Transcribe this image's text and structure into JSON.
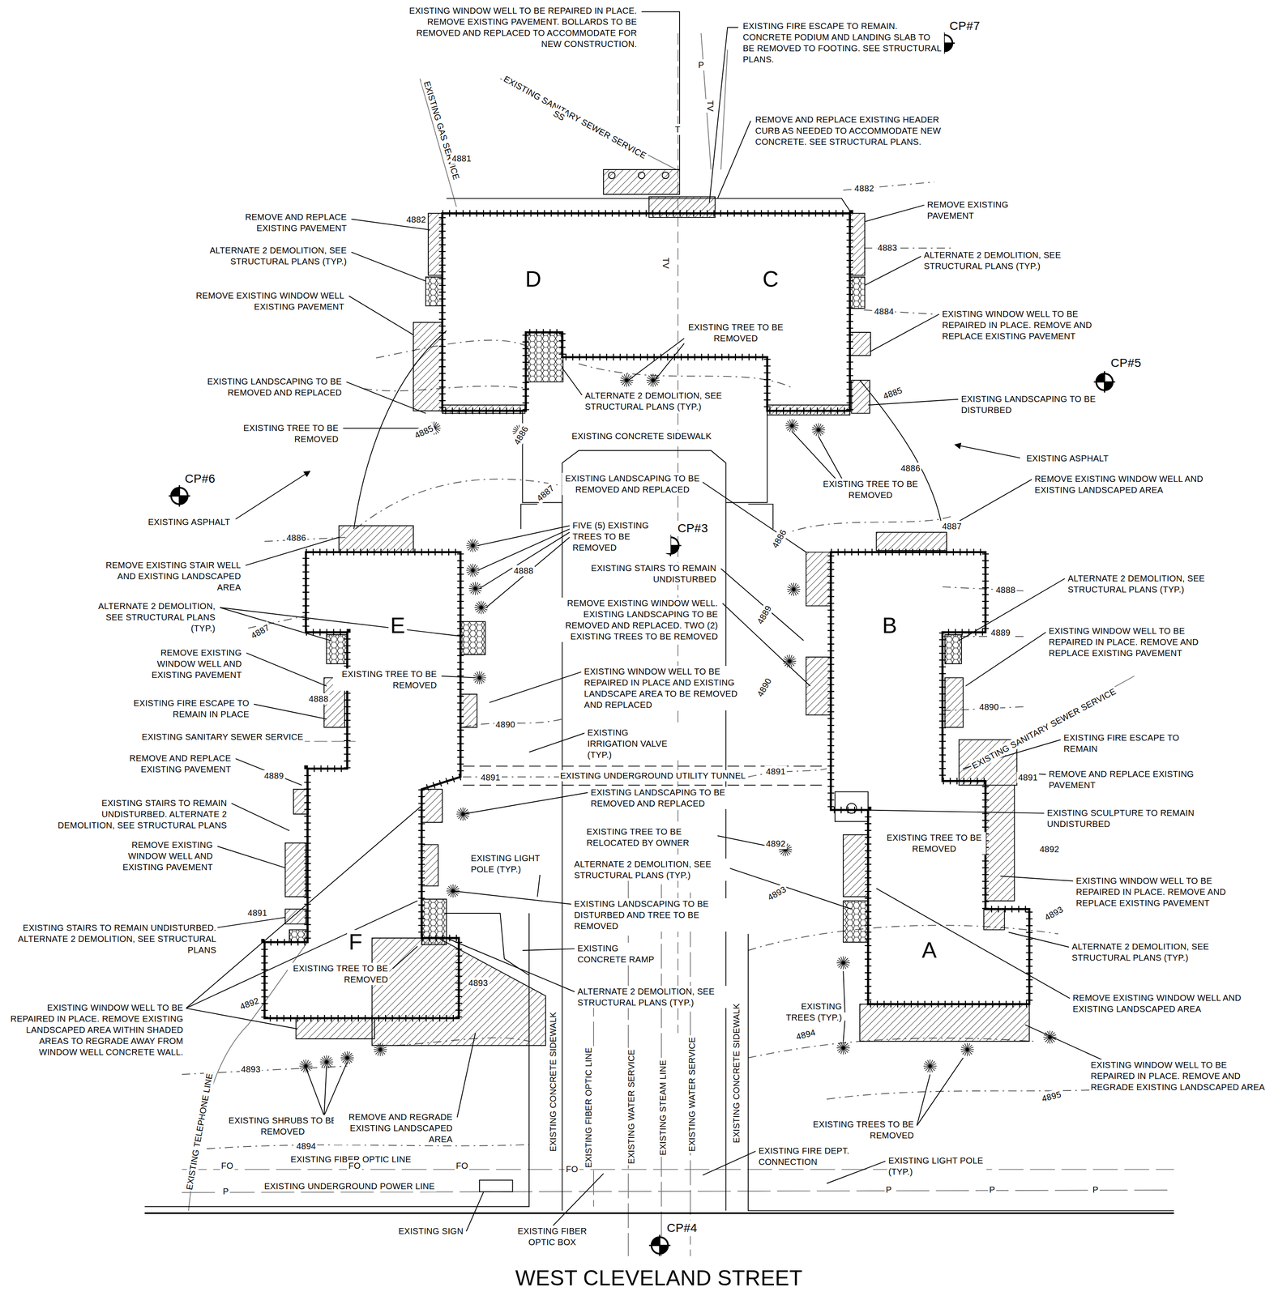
{
  "diagram": {
    "nodes": [
      {
        "text": [
          "D"
        ]
      },
      {
        "text": [
          "C"
        ]
      },
      {
        "text": [
          "E"
        ]
      },
      {
        "text": [
          "B"
        ]
      },
      {
        "text": [
          "F"
        ]
      },
      {
        "text": [
          "A"
        ]
      }
    ],
    "labels": [
      "EXISTING WINDOW WELL TO BE REPAIRED IN PLACE. REMOVE EXISTING PAVEMENT. BOLLARDS TO BE REMOVED AND REPLACED TO ACCOMMODATE FOR NEW CONSTRUCTION.",
      "EXISTING FIRE ESCAPE TO REMAIN. CONCRETE PODIUM AND LANDING SLAB TO BE REMOVED TO FOOTING. SEE STRUCTURAL PLANS.",
      "CP#7",
      "EXISTING SANITARY SEWER SERVICE",
      "SS",
      "EXISTING GAS SERVICE",
      "REMOVE AND REPLACE EXISTING HEADER CURB AS NEEDED TO ACCOMMODATE NEW CONCRETE. SEE STRUCTURAL PLANS.",
      "4881",
      "REMOVE AND REPLACE EXISTING PAVEMENT",
      "4882",
      "ALTERNATE 2 DEMOLITION, SEE STRUCTURAL PLANS (TYP.)",
      "REMOVE EXISTING WINDOW WELL EXISTING PAVEMENT",
      "EXISTING LANDSCAPING TO BE REMOVED AND REPLACED",
      "EXISTING TREE TO BE REMOVED",
      "4885",
      "4886",
      "CP#6",
      "EXISTING ASPHALT",
      "4882",
      "REMOVE EXISTING PAVEMENT",
      "4883",
      "ALTERNATE 2 DEMOLITION, SEE STRUCTURAL PLANS (TYP.)",
      "4884",
      "EXISTING WINDOW WELL TO BE REPAIRED IN PLACE. REMOVE AND REPLACE EXISTING PAVEMENT",
      "CP#5",
      "4885",
      "EXISTING LANDSCAPING TO BE DISTURBED",
      "EXISTING ASPHALT",
      "4886",
      "REMOVE EXISTING WINDOW WELL AND EXISTING LANDSCAPED AREA",
      "4887",
      "EXISTING TREE TO BE REMOVED",
      "EXISTING TREE TO BE REMOVED",
      "ALTERNATE 2 DEMOLITION, SEE STRUCTURAL PLANS (TYP.)",
      "EXISTING CONCRETE SIDEWALK",
      "EXISTING LANDSCAPING TO BE REMOVED AND REPLACED",
      "4887",
      "FIVE (5) EXISTING TREES TO BE REMOVED",
      "CP#3",
      "4886",
      "4888",
      "EXISTING STAIRS TO REMAIN UNDISTURBED",
      "REMOVE EXISTING WINDOW WELL. EXISTING LANDSCAPING TO BE REMOVED AND REPLACED. TWO (2) EXISTING TREES TO BE REMOVED",
      "4889",
      "EXISTING WINDOW WELL TO BE REPAIRED IN PLACE AND EXISTING LANDSCAPE AREA TO BE REMOVED AND REPLACED",
      "4890",
      "4890",
      "EXISTING IRRIGATION VALVE (TYP.)",
      "4891",
      "EXISTING UNDERGROUND UTILITY TUNNEL",
      "4891",
      "EXISTING LANDSCAPING TO BE REMOVED AND REPLACED",
      "EXISTING TREE TO BE RELOCATED BY OWNER",
      "EXISTING LIGHT POLE (TYP.)",
      "ALTERNATE 2 DEMOLITION, SEE STRUCTURAL PLANS (TYP.)",
      "EXISTING LANDSCAPING TO BE DISTURBED AND TREE TO BE REMOVED",
      "EXISTING CONCRETE RAMP",
      "ALTERNATE 2 DEMOLITION, SEE STRUCTURAL PLANS (TYP.)",
      "EXISTING CONCRETE SIDEWALK",
      "EXISTING FIBER OPTIC LINE",
      "EXISTING WATER SERVICE",
      "EXISTING STEAM LINE",
      "EXISTING WATER SERVICE",
      "EXISTING CONCRETE SIDEWALK",
      "4886",
      "REMOVE EXISTING STAIR WELL AND EXISTING LANDSCAPED AREA",
      "ALTERNATE 2 DEMOLITION, SEE STRUCTURAL PLANS (TYP.)",
      "4887",
      "REMOVE EXISTING WINDOW WELL AND EXISTING PAVEMENT",
      "EXISTING TREE TO BE REMOVED",
      "4888",
      "EXISTING FIRE ESCAPE TO REMAIN IN PLACE",
      "EXISTING SANITARY SEWER SERVICE",
      "REMOVE AND REPLACE EXISTING PAVEMENT",
      "4889",
      "EXISTING STAIRS TO REMAIN UNDISTURBED. ALTERNATE 2 DEMOLITION, SEE STRUCTURAL PLANS",
      "REMOVE EXISTING WINDOW WELL AND EXISTING PAVEMENT",
      "4891",
      "EXISTING STAIRS TO REMAIN UNDISTURBED. ALTERNATE 2 DEMOLITION, SEE STRUCTURAL PLANS",
      "EXISTING TREE TO BE REMOVED",
      "4893",
      "4892",
      "EXISTING WINDOW WELL TO BE REPAIRED IN PLACE. REMOVE EXISTING LANDSCAPED AREA WITHIN SHADED AREAS TO REGRADE AWAY FROM WINDOW WELL CONCRETE WALL.",
      "4893",
      "EXISTING SHRUBS TO BE REMOVED",
      "REMOVE AND REGRADE EXISTING LANDSCAPED AREA",
      "4894",
      "EXISTING TELEPHONE LINE",
      "EXISTING FIBER OPTIC LINE",
      "FO",
      "FO",
      "FO",
      "FO",
      "EXISTING UNDERGROUND POWER LINE",
      "EXISTING SIGN",
      "EXISTING FIBER OPTIC BOX",
      "CP#4",
      "WEST CLEVELAND STREET",
      "4888",
      "ALTERNATE 2 DEMOLITION, SEE STRUCTURAL PLANS (TYP.)",
      "EXISTING WINDOW WELL TO BE REPAIRED IN PLACE. REMOVE AND REPLACE EXISTING PAVEMENT",
      "4889",
      "4890",
      "EXISTING SANITARY SEWER SERVICE",
      "EXISTING FIRE ESCAPE TO REMAIN",
      "4891",
      "REMOVE AND REPLACE EXISTING PAVEMENT",
      "EXISTING SCULPTURE TO REMAIN UNDISTURBED",
      "EXISTING TREE TO BE REMOVED",
      "4892",
      "4892",
      "EXISTING WINDOW WELL TO BE REPAIRED IN PLACE. REMOVE AND REPLACE EXISTING PAVEMENT",
      "4893",
      "4893",
      "ALTERNATE 2 DEMOLITION, SEE STRUCTURAL PLANS (TYP.)",
      "REMOVE EXISTING WINDOW WELL AND EXISTING LANDSCAPED AREA",
      "EXISTING TREES (TYP.)",
      "4894",
      "EXISTING WINDOW WELL TO BE REPAIRED IN PLACE. REMOVE AND REGRADE EXISTING LANDSCAPED AREA",
      "4895",
      "EXISTING TREES TO BE REMOVED",
      "EXISTING FIRE DEPT. CONNECTION",
      "EXISTING LIGHT POLE (TYP.)",
      "P",
      "P",
      "P",
      "P",
      "P",
      "TV",
      "T",
      "TV"
    ]
  }
}
